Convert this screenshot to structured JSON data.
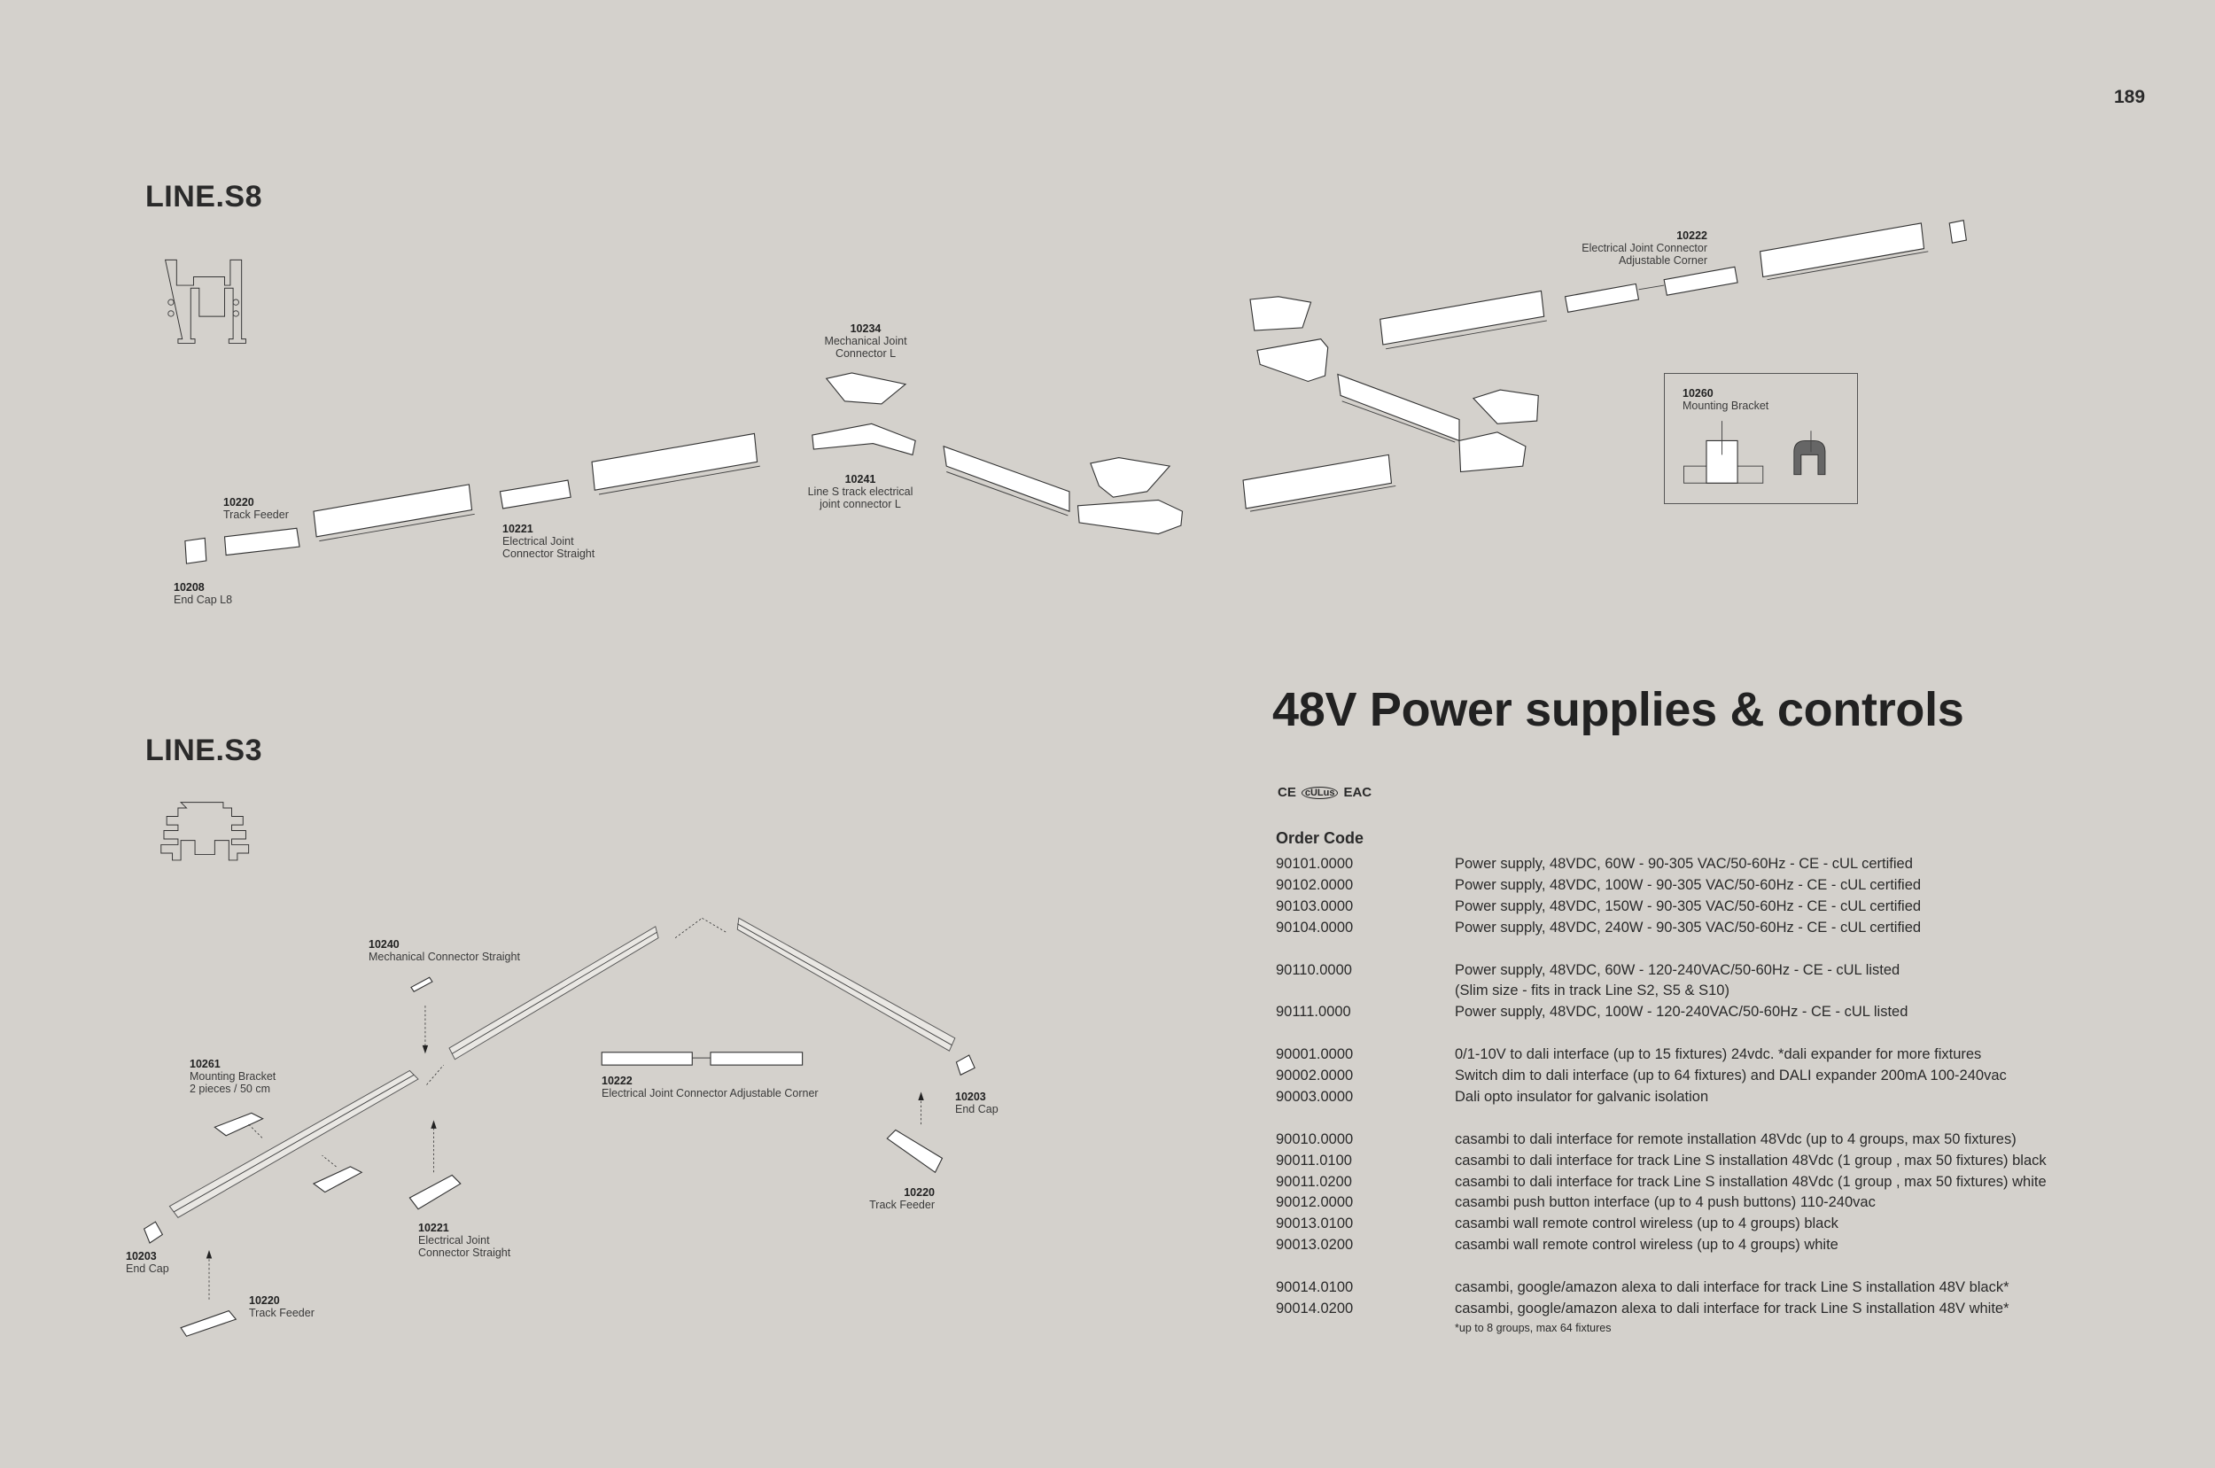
{
  "page_number": "189",
  "s8": {
    "title": "LINE.S8",
    "labels": [
      {
        "code": "10208",
        "name": "End Cap L8"
      },
      {
        "code": "10220",
        "name": "Track Feeder"
      },
      {
        "code": "10221",
        "name": "Electrical Joint\nConnector Straight"
      },
      {
        "code": "10234",
        "name": "Mechanical Joint\nConnector L"
      },
      {
        "code": "10241",
        "name": "Line S track electrical\njoint connector L"
      },
      {
        "code": "10222",
        "name": "Electrical Joint Connector\nAdjustable Corner"
      },
      {
        "code": "10260",
        "name": "Mounting Bracket"
      }
    ]
  },
  "s3": {
    "title": "LINE.S3",
    "labels": [
      {
        "code": "10240",
        "name": "Mechanical Connector Straight"
      },
      {
        "code": "10261",
        "name": "Mounting Bracket\n2 pieces / 50 cm"
      },
      {
        "code": "10222",
        "name": "Electrical Joint Connector Adjustable Corner"
      },
      {
        "code": "10203",
        "name": "End Cap"
      },
      {
        "code": "10220",
        "name": "Track Feeder"
      },
      {
        "code": "10221",
        "name": "Electrical Joint\nConnector Straight"
      },
      {
        "code": "10203",
        "name": "End Cap"
      },
      {
        "code": "10220",
        "name": "Track Feeder"
      }
    ]
  },
  "power": {
    "title": "48V Power supplies & controls",
    "cert_marks": [
      "CE",
      "cULus",
      "EAC"
    ],
    "order_code_header": "Order Code",
    "groups": [
      [
        {
          "code": "90101.0000",
          "desc": "Power supply, 48VDC, 60W - 90-305 VAC/50-60Hz - CE - cUL certified"
        },
        {
          "code": "90102.0000",
          "desc": "Power supply, 48VDC, 100W - 90-305 VAC/50-60Hz - CE - cUL certified"
        },
        {
          "code": "90103.0000",
          "desc": "Power supply, 48VDC, 150W - 90-305 VAC/50-60Hz - CE - cUL certified"
        },
        {
          "code": "90104.0000",
          "desc": "Power supply, 48VDC, 240W - 90-305 VAC/50-60Hz - CE - cUL certified"
        }
      ],
      [
        {
          "code": "90110.0000",
          "desc": "Power supply, 48VDC, 60W - 120-240VAC/50-60Hz - CE - cUL listed"
        },
        {
          "code": "",
          "desc": "(Slim size - fits in track Line S2, S5 & S10)"
        },
        {
          "code": "90111.0000",
          "desc": "Power supply, 48VDC, 100W - 120-240VAC/50-60Hz - CE - cUL listed"
        }
      ],
      [
        {
          "code": "90001.0000",
          "desc": "0/1-10V to dali interface (up to 15 fixtures)   24vdc. *dali expander for more fixtures"
        },
        {
          "code": "90002.0000",
          "desc": "Switch dim to dali interface (up to 64 fixtures) and DALI expander 200mA 100-240vac"
        },
        {
          "code": "90003.0000",
          "desc": "Dali opto insulator for galvanic isolation"
        }
      ],
      [
        {
          "code": "90010.0000",
          "desc": "casambi to dali interface for remote installation 48Vdc (up to 4 groups, max 50 fixtures)"
        },
        {
          "code": "90011.0100",
          "desc": "casambi to dali interface for track Line S installation 48Vdc (1 group , max 50 fixtures) black"
        },
        {
          "code": "90011.0200",
          "desc": "casambi to dali interface for track Line S installation 48Vdc (1 group , max 50 fixtures) white"
        },
        {
          "code": "90012.0000",
          "desc": "casambi push button interface (up to 4 push buttons) 110-240vac"
        },
        {
          "code": "90013.0100",
          "desc": "casambi wall remote control wireless  (up to 4 groups) black"
        },
        {
          "code": "90013.0200",
          "desc": "casambi wall remote control wireless  (up to 4 groups) white"
        }
      ],
      [
        {
          "code": "90014.0100",
          "desc": "casambi, google/amazon alexa to dali interface for track Line S installation 48V black*"
        },
        {
          "code": "90014.0200",
          "desc": "casambi, google/amazon alexa to dali interface for track Line S installation 48V white*"
        }
      ]
    ],
    "footnote": "*up to 8 groups, max 64 fixtures"
  }
}
